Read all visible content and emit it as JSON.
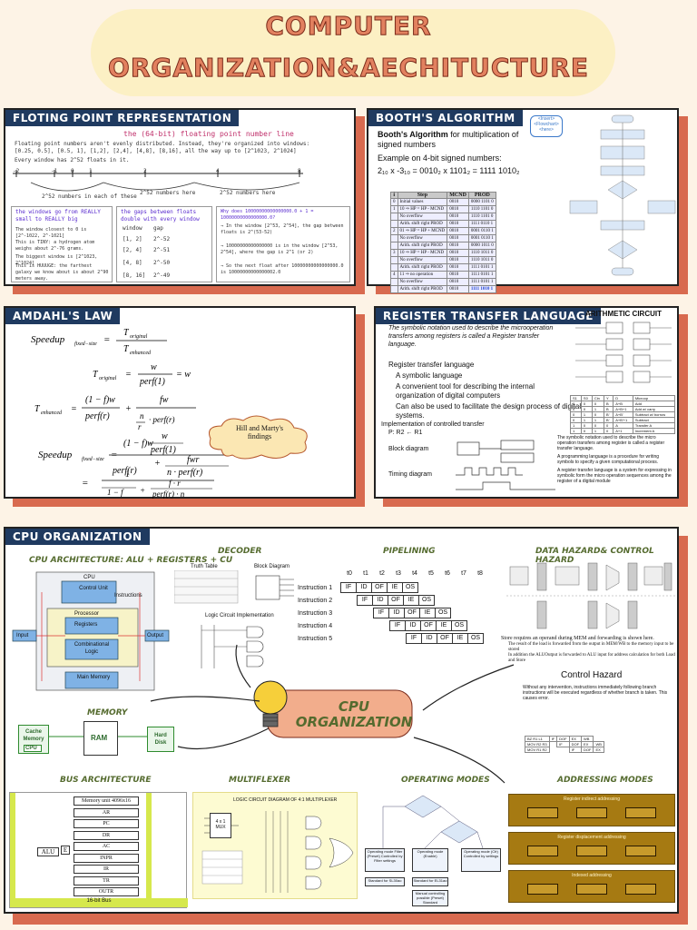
{
  "title": {
    "line1": "COMPUTER",
    "line2": "ORGANIZATION&AECHITUCTURE"
  },
  "floating": {
    "heading": "FLOTING POINT REPRESENTATION",
    "numberline_title": "the (64-bit) floating point number line",
    "body1": "Floating point numbers aren't evenly distributed. Instead, they're organized into windows:",
    "body2": "[0.25, 0.5], [0.5, 1], [1,2], [2,4], [4,8], [8,16], all the way up to [2^1023, 2^1024]",
    "body3": "Every window has 2^52 floats in it.",
    "ticks": [
      "-2",
      "-1",
      "0",
      "1",
      "2",
      "4",
      "8"
    ],
    "note_left": "2^52 numbers in each of these",
    "note_mid": "2^52 numbers here",
    "note_right": "2^52 numbers here",
    "col1_title": "the windows go from REALLY small to REALLY big",
    "col1_text": [
      "The window closest to 0 is [2^-1022, 2^-1021]",
      "This is TINY: a hydrogen atom weighs about 2^-76 grams.",
      "The biggest window is [2^1023, 2^1024]",
      "This is HUUUGE: the farthest galaxy we know about is about 2^90 meters away."
    ],
    "col2_title": "the gaps between floats double with every window",
    "col2_headers": [
      "window",
      "gap"
    ],
    "col2_rows": [
      [
        "[1, 2]",
        "2^-52"
      ],
      [
        "[2, 4]",
        "2^-51"
      ],
      [
        "[4, 8]",
        "2^-50"
      ],
      [
        "[8, 16]",
        "2^-49"
      ]
    ],
    "col3_text": [
      "Why does 10000000000000000.0 + 1 = 10000000000000000.0?",
      "→ In the window [2^53, 2^54], the gap between floats is 2^(53-52)",
      "→ 10000000000000000 is in the window [2^53, 2^54], where the gap is 2^1 (or 2)",
      "→ So the next float after 10000000000000000.0 is 10000000000000002.0"
    ]
  },
  "booth": {
    "heading": "BOOTH'S ALGORITHM",
    "desc_bold": "Booth's Algorithm",
    "desc_rest": " for multiplication of signed numbers",
    "example_label": "Example on 4-bit signed numbers:",
    "example_eq": "2₁₀ x -3₁₀ = 0010₂ x 1101₂ = 1111 1010₂",
    "table_headers": [
      "i",
      "Step",
      "MCND",
      "PROD"
    ],
    "table_rows": [
      [
        "0",
        "Initial values",
        "0010",
        "0000 1101 0"
      ],
      [
        "1",
        "10 ⇒ HP = HP - MCND",
        "0010",
        "1110 1101 0"
      ],
      [
        "",
        "No overflow",
        "0010",
        "1110 1101 0"
      ],
      [
        "",
        "Arith. shift right PROD",
        "0010",
        "1111 0110 1"
      ],
      [
        "2",
        "01 ⇒ HP = HP + MCND",
        "0010",
        "0001 0110 1"
      ],
      [
        "",
        "No overflow",
        "0010",
        "0001 0110 1"
      ],
      [
        "",
        "Arith. shift right PROD",
        "0010",
        "0000 1011 0"
      ],
      [
        "3",
        "10 ⇒ HP = HP - MCND",
        "0010",
        "1110 1011 0"
      ],
      [
        "",
        "No overflow",
        "0010",
        "1110 1011 0"
      ],
      [
        "",
        "Arith. shift right PROD",
        "0010",
        "1111 0101 1"
      ],
      [
        "4",
        "11 ⇒ no operation",
        "0010",
        "1111 0101 1"
      ],
      [
        "",
        "No overflow",
        "0010",
        "1111 0101 1"
      ],
      [
        "",
        "Arith. shift right PROD",
        "0010",
        "1111 1010 1"
      ]
    ],
    "bubble": [
      "<Insert>",
      "<Flowchart>",
      "<here>"
    ]
  },
  "amdahl": {
    "heading": "AMDAHL'S LAW",
    "cloud": "Hill and Marty's findings"
  },
  "rtl": {
    "heading": "REGISTER TRANSFER LANGUAGE",
    "bullet1": "The symbolic notation used to describe the microoperation transfers among registers is called a Register transfer language.",
    "bullet2": "Register transfer language",
    "sub1": "A symbolic language",
    "sub2": "A convenient tool for describing the internal organization of digital computers",
    "sub3": "Can also be used to facilitate the design process of digital systems.",
    "impl": "Implementation of controlled transfer",
    "impl_eq": "P: R2 ← R1",
    "block_label": "Block diagram",
    "timing_label": "Timing diagram",
    "arith_title": "ARITHMETIC CIRCUIT",
    "notes": [
      "The symbolic notation used to describe the micro operation transfers among register is called a register transfer language.",
      "A programming language is a procedure for writing symbols to specify a given computational process.",
      "A register transfer language is a system for expressing in symbolic form the micro operation sequences among the register of a digital module"
    ]
  },
  "cpu": {
    "heading": "CPU ORGANIZATION",
    "center": "CPU ORGANIZATION",
    "arch_title": "CPU ARCHITECTURE: ALU + REGISTERS + CU",
    "arch_blocks": [
      "CPU",
      "Control Unit",
      "Processor",
      "Registers",
      "Combinational Logic",
      "Main Memory",
      "Input",
      "Output",
      "Instructions"
    ],
    "decoder_title": "DECODER",
    "decoder_labels": [
      "Truth Table",
      "Block Diagram",
      "Logic Circuit Implementation"
    ],
    "pipelining_title": "PIPELINING",
    "pipe_times": [
      "t0",
      "t1",
      "t2",
      "t3",
      "t4",
      "t5",
      "t6",
      "t7",
      "t8"
    ],
    "pipe_rows": [
      {
        "label": "Instruction 1",
        "start": 0
      },
      {
        "label": "Instruction 2",
        "start": 1
      },
      {
        "label": "Instruction 3",
        "start": 2
      },
      {
        "label": "Instruction 4",
        "start": 3
      },
      {
        "label": "Instruction 5",
        "start": 4
      }
    ],
    "pipe_stages": [
      "IF",
      "ID",
      "OF",
      "IE",
      "OS"
    ],
    "hazard_title": "DATA HAZARD& CONTROL HAZARD",
    "hazard_text": [
      "Store requires an operand during MEM and forwarding is shown here.",
      "The result of the load is forwarded from the output in MEM/WB to the memory input to be stored",
      "In addition the ALUOutput is forwarded to ALU input for address calculation for both Load and Store"
    ],
    "control_hazard": "Control Hazard",
    "control_hazard_text": "Without any intervention, instructions immediately following branch instructions will be executed regardless of whether branch is taken. This causes error.",
    "memory_title": "MEMORY",
    "memory_blocks": [
      "Cache Memory",
      "CPU",
      "RAM",
      "Hard Disk"
    ],
    "bus_title": "BUS ARCHITECTURE",
    "bus_regs": [
      "Memory unit 4096x16",
      "AR",
      "PC",
      "DR",
      "AC",
      "INPR",
      "IR",
      "TR",
      "OUTR"
    ],
    "bus_alu": "ALU",
    "bus_e": "E",
    "bus_footer": "16-bit Bus",
    "mux_title": "MULTIFLEXER",
    "mux_caption": "LOGIC CIRCUIT DIAGRAM OF 4:1 MULTIPLEXER",
    "mux_block": "4 x 1 MUX",
    "opmodes_title": "OPERATING MODES",
    "opmodes_boxes": [
      "Operating mode Filter (Preset) Controlled by Filter settings",
      "Operating mode (Enable)",
      "Operating mode (Cfr) Controlled by settings",
      "Standard for SL30ao",
      "Standard for EL31ao",
      "Manual controlling possible (Preset) Standard"
    ],
    "addr_title": "ADDRESSING MODES",
    "addr_modes": [
      "Register indirect addressing",
      "Register displacement addressing",
      "Indexed addressing"
    ]
  }
}
